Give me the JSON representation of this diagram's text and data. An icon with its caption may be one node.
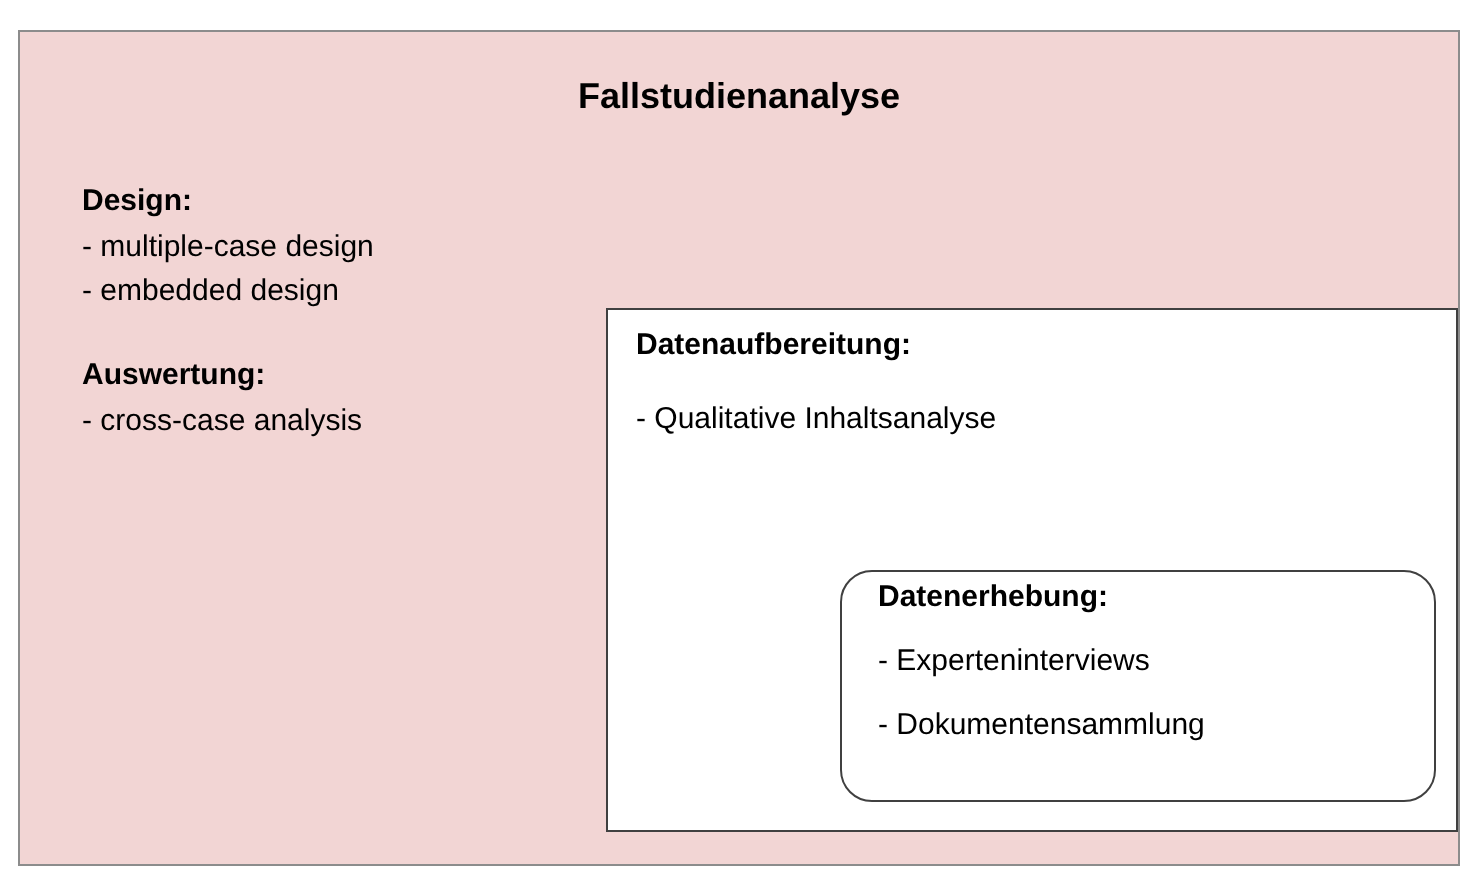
{
  "diagram": {
    "nodes": [
      {
        "text": [
          "Fallstudienanalyse",
          "Design:",
          "- multiple-case design",
          "- embedded design",
          "Auswertung:",
          "- cross-case analysis"
        ]
      },
      {
        "text": [
          "Datenaufbereitung:",
          "- Qualitative Inhaltsanalyse"
        ],
        "in": 0
      },
      {
        "text": [
          "Datenerhebung:",
          "- Experteninterviews",
          "- Dokumentensammlung"
        ],
        "in": 1
      }
    ]
  }
}
